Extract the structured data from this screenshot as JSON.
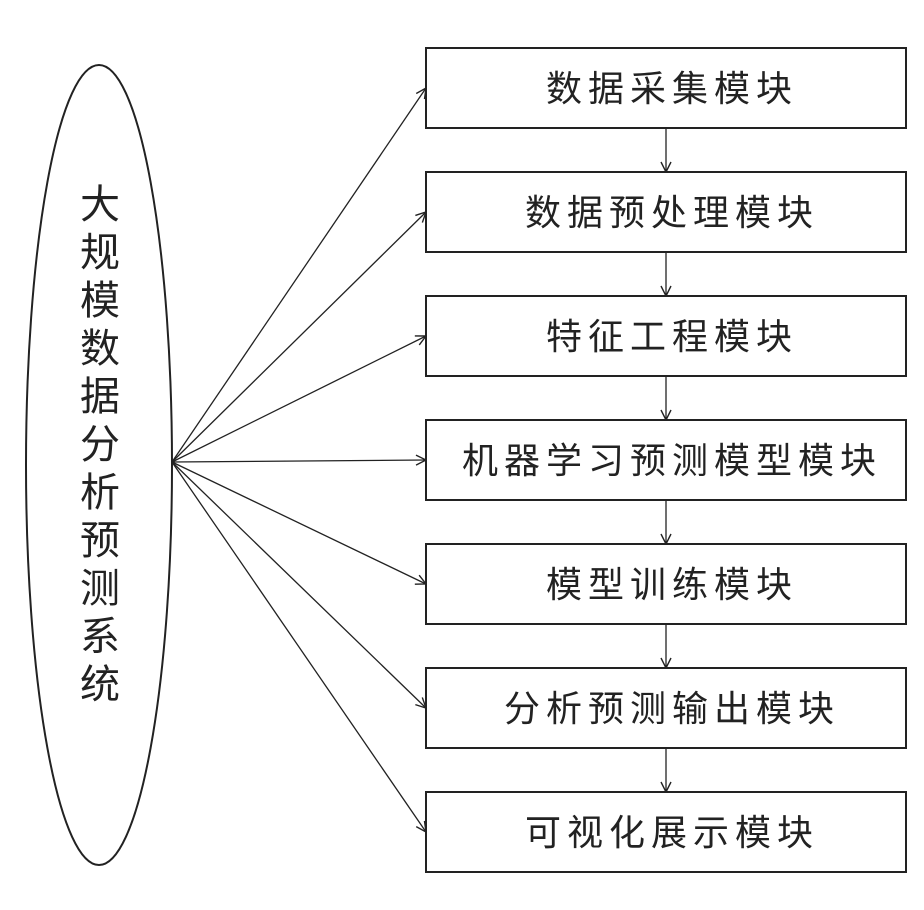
{
  "system": {
    "title": "大规模数据分析预测系统"
  },
  "modules": [
    {
      "label": "数据采集模块"
    },
    {
      "label": "数据预处理模块"
    },
    {
      "label": "特征工程模块"
    },
    {
      "label": "机器学习预测模型模块"
    },
    {
      "label": "模型训练模块"
    },
    {
      "label": "分析预测输出模块"
    },
    {
      "label": "可视化展示模块"
    }
  ],
  "colors": {
    "stroke": "#222222",
    "box_fill": "#ffffff",
    "text": "#222222"
  }
}
